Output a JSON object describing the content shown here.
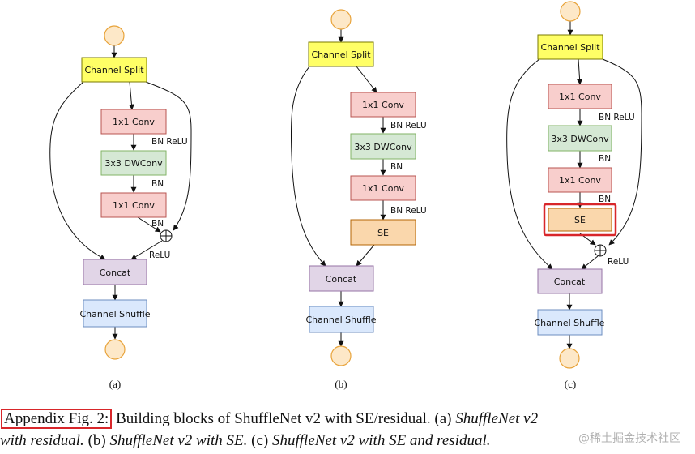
{
  "diagrams": [
    {
      "id": "a",
      "sublabel": "(a)",
      "split": "Channel Split",
      "blocks": [
        "1x1 Conv",
        "3x3 DWConv",
        "1x1 Conv"
      ],
      "edge_labels": [
        "BN ReLU",
        "BN",
        "BN"
      ],
      "add_label": "ReLU",
      "concat": "Concat",
      "shuffle": "Channel Shuffle"
    },
    {
      "id": "b",
      "sublabel": "(b)",
      "split": "Channel Split",
      "blocks": [
        "1x1 Conv",
        "3x3 DWConv",
        "1x1 Conv",
        "SE"
      ],
      "edge_labels": [
        "BN ReLU",
        "BN",
        "BN ReLU"
      ],
      "concat": "Concat",
      "shuffle": "Channel Shuffle"
    },
    {
      "id": "c",
      "sublabel": "(c)",
      "split": "Channel Split",
      "blocks": [
        "1x1 Conv",
        "3x3 DWConv",
        "1x1 Conv",
        "SE"
      ],
      "edge_labels": [
        "BN ReLU",
        "BN",
        "BN"
      ],
      "add_label": "ReLU",
      "concat": "Concat",
      "shuffle": "Channel Shuffle"
    }
  ],
  "caption": {
    "tag": "Appendix Fig. 2:",
    "text1": " Building blocks of ShuffleNet v2 with SE/residual. (a) ",
    "em1": "ShuffleNet v2",
    "em2": "with residual.",
    "text2": " (b) ",
    "em3": "ShuffleNet v2 with SE.",
    "text3": " (c) ",
    "em4": "ShuffleNet v2 with SE and residual."
  },
  "watermark": "@稀土掘金技术社区",
  "colors": {
    "io_circle": "#fde8c8",
    "io_circle_stroke": "#e8a33a",
    "split": "#ffff66",
    "conv": "#f8cecc",
    "conv_stroke": "#b85450",
    "dwconv": "#d5e8d4",
    "dwconv_stroke": "#82b366",
    "se": "#fad7ac",
    "se_stroke": "#b46504",
    "concat": "#e1d5e7",
    "concat_stroke": "#9673a6",
    "shuffle": "#dae8fc",
    "shuffle_stroke": "#6c8ebf",
    "highlight": "#d8262a"
  }
}
